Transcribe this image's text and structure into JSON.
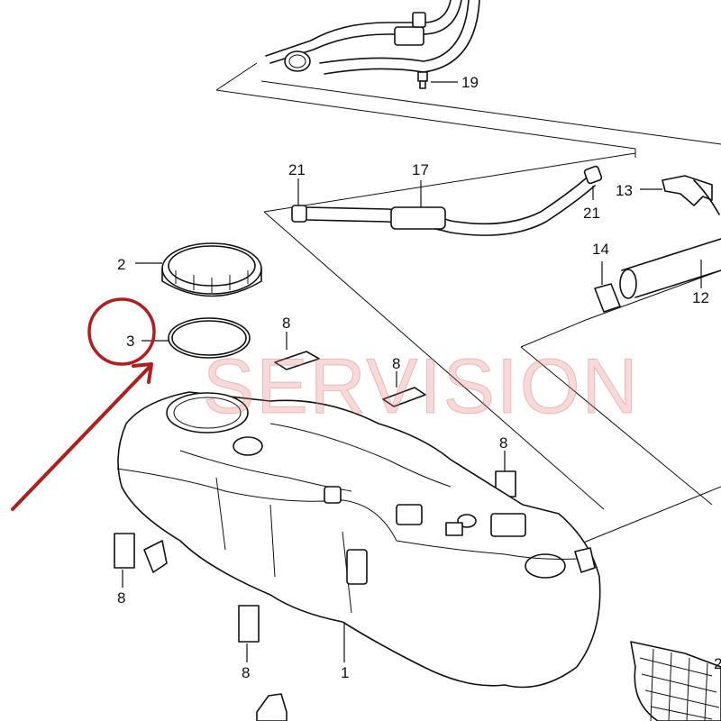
{
  "watermark": "SERVISION",
  "callouts": {
    "c1": "1",
    "c2": "2",
    "c3": "3",
    "c8a": "8",
    "c8b": "8",
    "c8c": "8",
    "c8d": "8",
    "c8e": "8",
    "c12": "12",
    "c13": "13",
    "c14": "14",
    "c17": "17",
    "c19": "19",
    "c21a": "21",
    "c21b": "21",
    "c2partial": "2"
  },
  "highlight": {
    "target_callout": "3",
    "color": "#b01e1e"
  }
}
